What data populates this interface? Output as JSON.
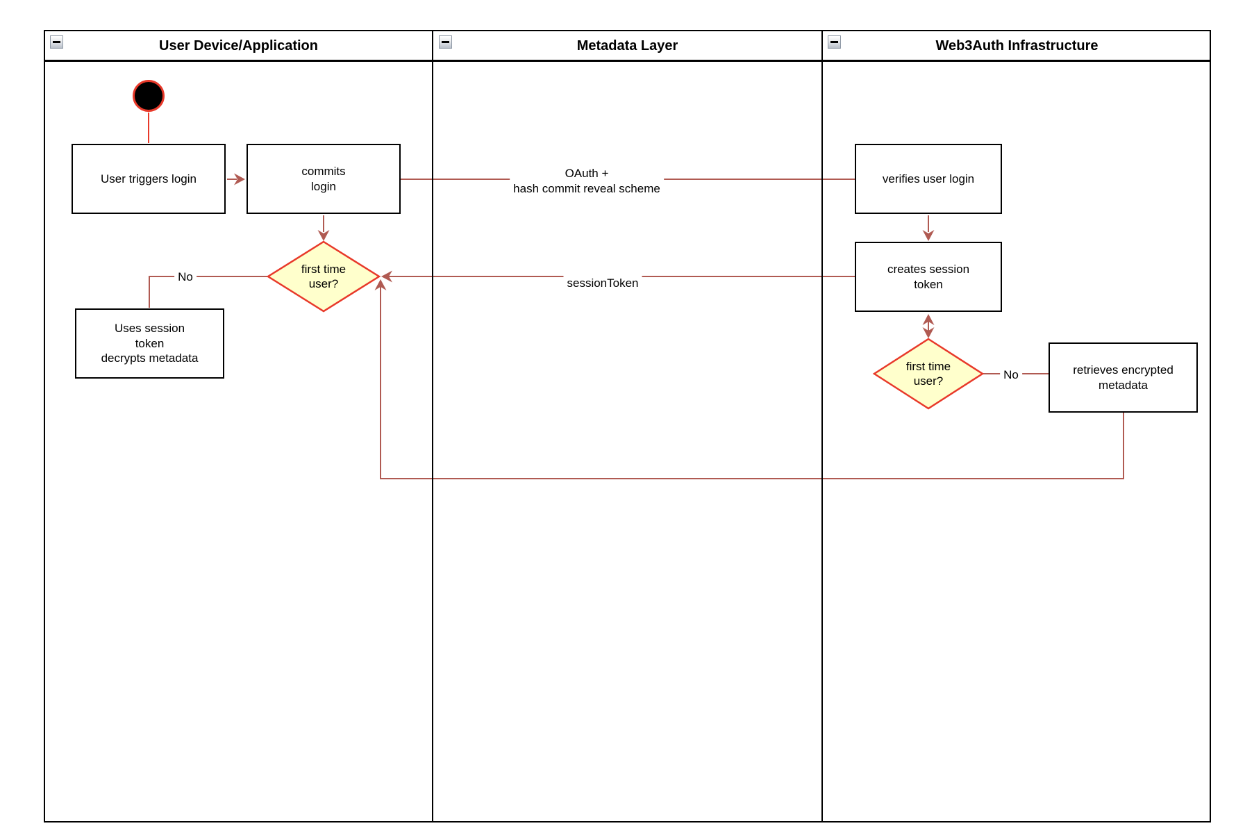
{
  "colors": {
    "connector": "#b05a52",
    "accent": "#e8392a",
    "diamondFill": "#ffffcc",
    "shapeBorder": "#000000"
  },
  "lanes": [
    {
      "title": "User Device/Application"
    },
    {
      "title": "Metadata Layer"
    },
    {
      "title": "Web3Auth Infrastructure"
    }
  ],
  "nodes": {
    "user_triggers_login": "User triggers login",
    "commits_login": "commits\nlogin",
    "first_time_user_1": "first time\nuser?",
    "uses_session_token": "Uses session\ntoken\ndecrypts metadata",
    "verifies_user_login": "verifies user login",
    "creates_session_token": "creates session\ntoken",
    "first_time_user_2": "first time\nuser?",
    "retrieves_encrypted_metadata": "retrieves encrypted\nmetadata"
  },
  "edge_labels": {
    "oauth": "OAuth +\nhash commit reveal scheme",
    "session_token": "sessionToken",
    "no_1": "No",
    "no_2": "No"
  }
}
